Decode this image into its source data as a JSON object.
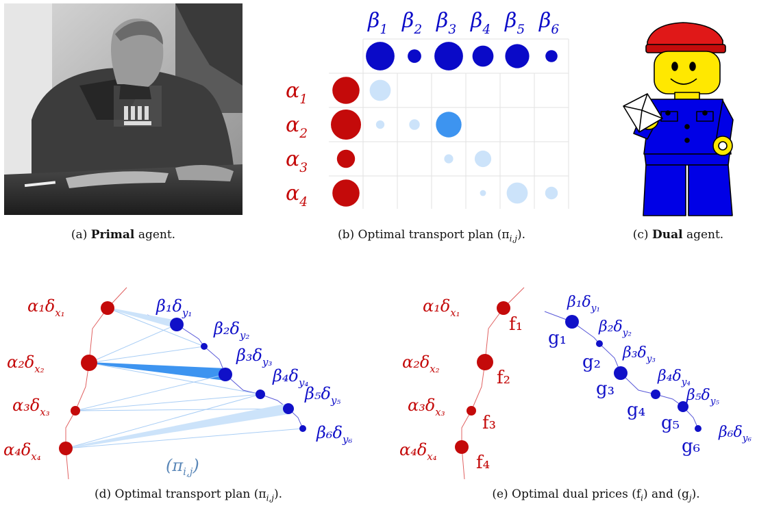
{
  "captions": {
    "a": {
      "prefix": "(a)",
      "bold": "Primal",
      "rest": "agent."
    },
    "b": {
      "prefix": "(b)",
      "text": "Optimal transport plan (π",
      "sub": "i,j",
      "tail": ")."
    },
    "c": {
      "prefix": "(c)",
      "bold": "Dual",
      "rest": "agent."
    },
    "d": {
      "prefix": "(d)",
      "text": "Optimal transport plan (π",
      "sub": "i,j",
      "tail": ")."
    },
    "e": {
      "prefix": "(e)",
      "text1": "Optimal dual prices (f",
      "sub1": "i",
      "mid": ") and (g",
      "sub2": "j",
      "tail": ")."
    }
  },
  "matrix": {
    "col_symbol": "β",
    "row_symbol": "α",
    "col_indices": [
      "1",
      "2",
      "3",
      "4",
      "5",
      "6"
    ],
    "row_indices": [
      "1",
      "2",
      "3",
      "4"
    ],
    "beta_weights": [
      0.95,
      0.45,
      0.95,
      0.7,
      0.8,
      0.4
    ],
    "alpha_weights": [
      0.9,
      1.0,
      0.6,
      0.9
    ],
    "plan": [
      [
        0.7,
        0,
        0,
        0,
        0,
        0
      ],
      [
        0.28,
        0.35,
        0.85,
        0,
        0,
        0
      ],
      [
        0,
        0,
        0.3,
        0.55,
        0,
        0
      ],
      [
        0,
        0,
        0,
        0.2,
        0.7,
        0.42
      ]
    ],
    "colors": {
      "alpha": "#c40a0a",
      "beta": "#0a0ac8",
      "plan_light": "#cce3fa",
      "plan_strong": "#3d94f0",
      "grid": "#e2e2e2"
    }
  },
  "transport": {
    "alpha_labels": [
      "α₁δ",
      "α₂δ",
      "α₃δ",
      "α₄δ"
    ],
    "x_subs": [
      "x₁",
      "x₂",
      "x₃",
      "x₄"
    ],
    "beta_labels": [
      "β₁δ",
      "β₂δ",
      "β₃δ",
      "β₄δ",
      "β₅δ",
      "β₆δ"
    ],
    "y_subs": [
      "y₁",
      "y₂",
      "y₃",
      "y₄",
      "y₅",
      "y₆"
    ],
    "plan_label": "(π",
    "plan_sub": "i,j",
    "plan_tail": ")"
  },
  "dual": {
    "f_labels": [
      "f₁",
      "f₂",
      "f₃",
      "f₄"
    ],
    "g_labels": [
      "g₁",
      "g₂",
      "g₃",
      "g₄",
      "g₅",
      "g₆"
    ]
  }
}
